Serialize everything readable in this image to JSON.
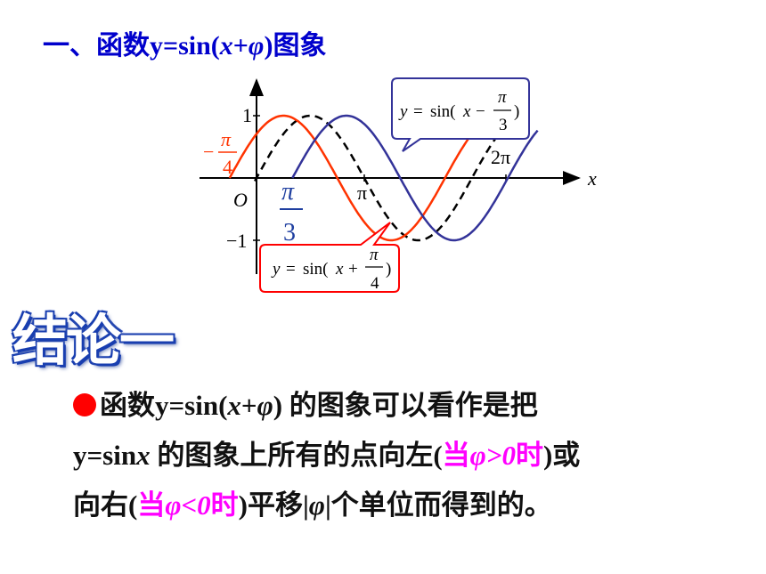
{
  "title": {
    "prefix": "一、函数y=sin(",
    "var": "x",
    "plus": "+",
    "phi": "φ",
    "suffix": ")图象"
  },
  "graph": {
    "y_tick_1": "1",
    "y_tick_neg1": "−1",
    "origin": "O",
    "x_axis": "x",
    "pi": "π",
    "two_pi": "2π",
    "neg_pi_over_4": {
      "sign": "−",
      "num": "π",
      "den": "4"
    },
    "pi_over_3": {
      "num": "π",
      "den": "3"
    },
    "callout_blue": {
      "lhs": "y",
      "eq": "=",
      "fn": "sin(",
      "x": "x",
      "op": "−",
      "num": "π",
      "den": "3",
      "close": ")"
    },
    "callout_red": {
      "lhs": "y",
      "eq": "=",
      "fn": "sin(",
      "x": "x",
      "op": "+",
      "num": "π",
      "den": "4",
      "close": ")"
    },
    "colors": {
      "red_curve": "#ff3300",
      "blue_curve": "#333399",
      "black_curve": "#000000",
      "red_label": "#ff3300",
      "blue_label": "#1f3fa0"
    }
  },
  "conclusion": {
    "badge": "结论一",
    "line1_a": "函数y=sin(",
    "line1_x": "x",
    "line1_b": "+",
    "line1_phi": "φ",
    "line1_c": ")",
    "line1_d": " 的图象可以看作是把",
    "line2_a": "y=sin",
    "line2_x": "x",
    "line2_b": " 的图象上所有的点向左(",
    "line2_pink_a": "当",
    "line2_pink_phi": "φ>0",
    "line2_pink_b": "时",
    "line2_c": ")或",
    "line3_a": "向右(",
    "line3_pink_a": "当",
    "line3_pink_phi": "φ<0",
    "line3_pink_b": "时",
    "line3_b": ")平移|",
    "line3_phi": "φ",
    "line3_c": "|个单位而得到的。"
  }
}
